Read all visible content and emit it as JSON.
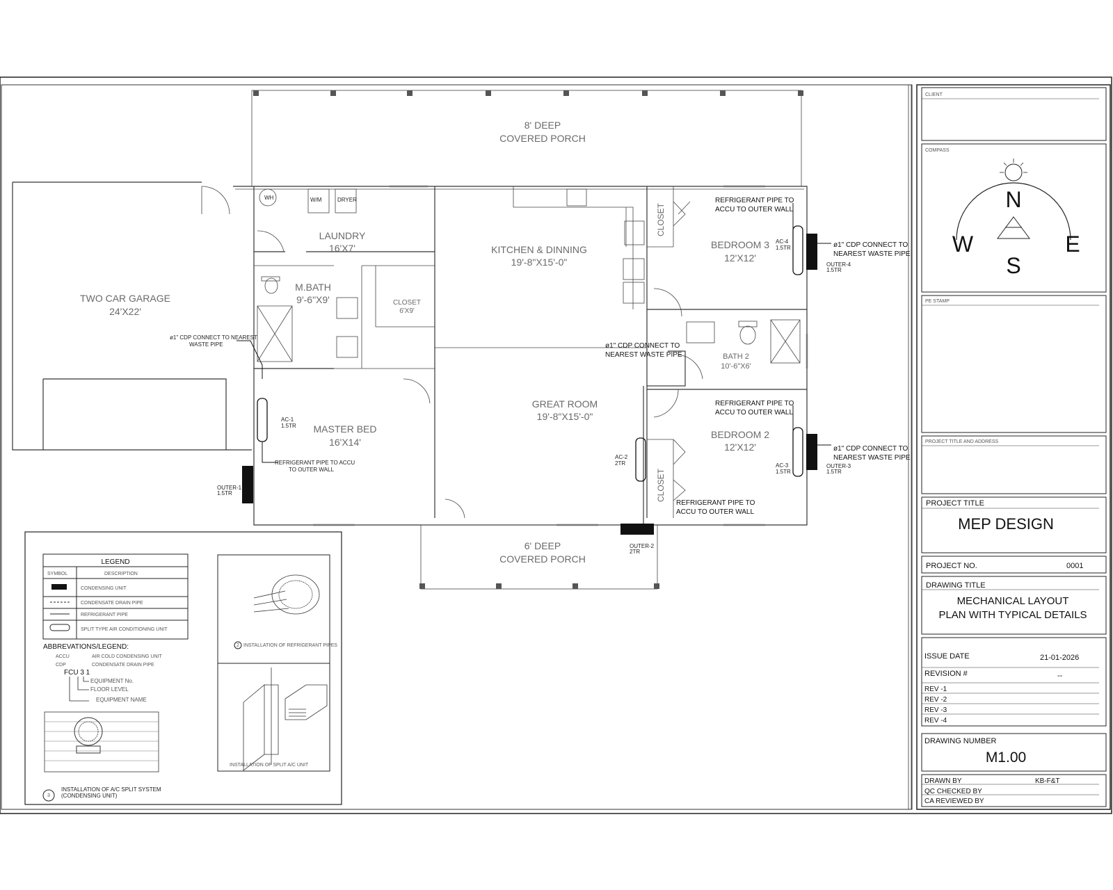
{
  "rooms": {
    "porch_top": [
      "8' DEEP",
      "COVERED PORCH"
    ],
    "porch_bottom": [
      "6' DEEP",
      "COVERED PORCH"
    ],
    "garage": [
      "TWO CAR GARAGE",
      "24'X22'"
    ],
    "laundry": [
      "LAUNDRY",
      "16'X7'"
    ],
    "kitchen": [
      "KITCHEN & DINNING",
      "19'-8\"X15'-0\""
    ],
    "mbath": [
      "M.BATH",
      "9'-6\"X9'"
    ],
    "closet_master": [
      "CLOSET",
      "6'X9'"
    ],
    "great_room": [
      "GREAT ROOM",
      "19'-8\"X15'-0\""
    ],
    "master_bed": [
      "MASTER BED",
      "16'X14'"
    ],
    "bedroom3": [
      "BEDROOM 3",
      "12'X12'"
    ],
    "bedroom2": [
      "BEDROOM 2",
      "12'X12'"
    ],
    "bath2": [
      "BATH 2",
      "10'-6\"X6'"
    ],
    "closet_label": "CLOSET"
  },
  "fixtures": {
    "washer": "W/M",
    "dryer": "DRYER",
    "wh": "WH"
  },
  "notes": {
    "cdp_3": [
      "ø1\" CDP CONNECT TO",
      "NEAREST WASTE PIPE"
    ],
    "ref_3": [
      "REFRIGERANT PIPE TO",
      "ACCU TO OUTER WALL"
    ],
    "cdp_2": [
      "ø1\" CDP CONNECT TO",
      "NEAREST WASTE PIPE"
    ],
    "ref_2": [
      "REFRIGERANT PIPE TO",
      "ACCU TO OUTER WALL"
    ],
    "cdp_great": [
      "ø1\" CDP CONNECT TO",
      "NEAREST WASTE PIPE"
    ],
    "ref_bottom": [
      "REFRIGERANT PIPE TO",
      "ACCU TO OUTER WALL"
    ],
    "cdp_master": [
      "ø1\" CDP CONNECT TO NEAREST",
      "WASTE PIPE"
    ],
    "ref_master": [
      "REFRIGERANT PIPE TO ACCU",
      "TO OUTER WALL"
    ]
  },
  "units": {
    "ac1": [
      "AC-1",
      "1.5TR"
    ],
    "ac2": [
      "AC-2",
      "2TR"
    ],
    "ac3": [
      "AC-3",
      "1.5TR"
    ],
    "ac4": [
      "AC-4",
      "1.5TR"
    ],
    "out1": [
      "OUTER-1",
      "1.5TR"
    ],
    "out2": [
      "OUTER-2",
      "2TR"
    ],
    "out3": [
      "OUTER-3",
      "1.5TR"
    ],
    "out4": [
      "OUTER-4",
      "1.5TR"
    ]
  },
  "legend": {
    "title": "LEGEND",
    "col_symbol": "SYMBOL",
    "col_desc": "DESCRIPTION",
    "rows": [
      "CONDENSING UNIT",
      "CONDENSATE DRAIN PIPE",
      "REFRIGERANT PIPE",
      "SPLIT TYPE AIR CONDITIONING UNIT"
    ],
    "abbr_title": "ABBREVATIONS/LEGEND:",
    "abbr": [
      [
        "ACCU",
        "AIR COLD CONDENSING UNIT"
      ],
      [
        "CDP",
        "CONDENSATE DRAIN PIPE"
      ]
    ],
    "eq_code": "FCU 3 1",
    "eq_labels": [
      "EQUIPMENT No.",
      "FLOOR LEVEL",
      "EQUIPMENT NAME"
    ],
    "install_title": [
      "INSTALLATION OF A/C SPLIT SYSTEM",
      "(CONDENSING UNIT)"
    ],
    "install_num": "3",
    "refpipe_title": "INSTALLATION OF REFRIGERANT PIPES",
    "refpipe_num": "2",
    "wall_title": "INSTALLATION OF SPLIT A/C UNIT"
  },
  "title_block": {
    "client": "CLIENT",
    "compass": "COMPASS",
    "compass_letters": {
      "n": "N",
      "s": "S",
      "e": "E",
      "w": "W"
    },
    "pe_stamp": "PE STAMP",
    "project_addr": "PROJECT TITLE AND ADDRESS",
    "project_title_label": "PROJECT TITLE",
    "project_title": "MEP DESIGN",
    "project_no_label": "PROJECT NO.",
    "project_no": "0001",
    "drawing_title_label": "DRAWING TITLE",
    "drawing_title": [
      "MECHANICAL LAYOUT",
      "PLAN WITH TYPICAL DETAILS"
    ],
    "issue_date_label": "ISSUE DATE",
    "issue_date": "21-01-2026",
    "revision_label": "REVISION #",
    "revision": "--",
    "revs": [
      "REV -1",
      "REV -2",
      "REV -3",
      "REV -4"
    ],
    "drawing_number_label": "DRAWING NUMBER",
    "drawing_number": "M1.00",
    "drawn_by_label": "DRAWN BY",
    "drawn_by": "KB-F&T",
    "qc_label": "QC  CHECKED BY",
    "ca_label": "CA  REVIEWED BY"
  }
}
